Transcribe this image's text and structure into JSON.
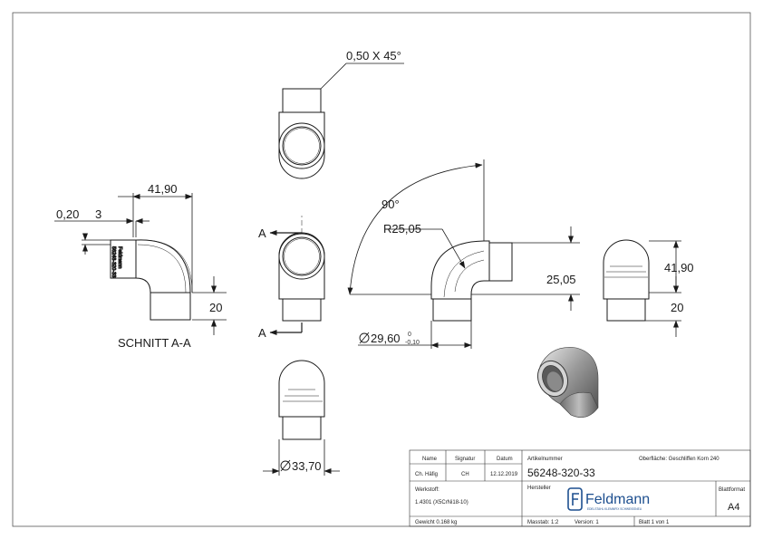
{
  "dimensions": {
    "chamfer": "0,50 X 45°",
    "d_41_90_section": "41,90",
    "d_0_20": "0,20",
    "d_3": "3",
    "d_20_section": "20",
    "section_label": "SCHNITT A-A",
    "section_marker_top": "A",
    "section_marker_bottom": "A",
    "angle": "90°",
    "radius": "R25,05",
    "d_25_05": "25,05",
    "diameter_main": "29,60",
    "tol_upper": "0",
    "tol_lower": "-0,10",
    "d_41_90_side": "41,90",
    "d_20_side": "20",
    "diameter_outer": "33,70"
  },
  "part_marking": [
    "Feldmann",
    "56248-320-33"
  ],
  "title_block": {
    "h_name": "Name",
    "h_signatur": "Signatur",
    "h_datum": "Datum",
    "name": "Ch. Häfig",
    "signatur": "CH",
    "datum": "12.12.2019",
    "werkstoff_label": "Werkstoff:",
    "werkstoff": "1.4301 (X5CrNi18-10)",
    "gewicht": "Gewicht 0.168 kg",
    "artikel_label": "Artikelnummer",
    "artikel": "56248-320-33",
    "oberflaeche": "Oberfläche:  Geschliffen Korn 240",
    "hersteller_label": "Hersteller",
    "logo_text": "Feldmann",
    "logo_tagline": "EDELSTAHL KLEMMFIX SCHWEISSNEU",
    "blattformat_label": "Blattformat",
    "blattformat": "A4",
    "massstab": "Masstab: 1:2",
    "version": "Version: 1",
    "blatt": "Blatt 1 von 1"
  }
}
